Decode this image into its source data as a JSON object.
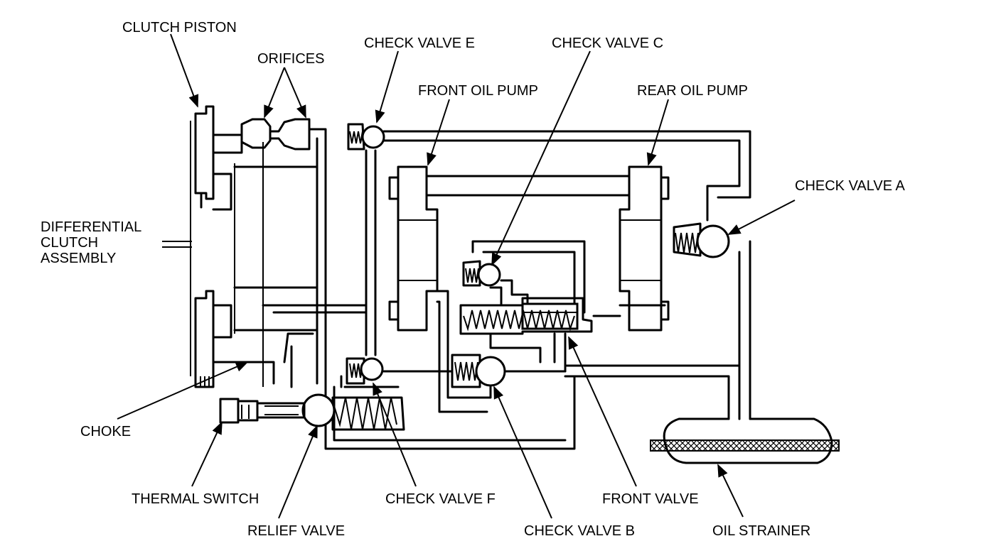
{
  "labels": {
    "clutch_piston": "CLUTCH PISTON",
    "orifices": "ORIFICES",
    "check_valve_e": "CHECK VALVE E",
    "check_valve_c": "CHECK VALVE C",
    "front_oil_pump": "FRONT OIL PUMP",
    "rear_oil_pump": "REAR OIL PUMP",
    "check_valve_a": "CHECK VALVE A",
    "differential_1": "DIFFERENTIAL",
    "differential_2": "CLUTCH",
    "differential_3": "ASSEMBLY",
    "choke": "CHOKE",
    "thermal_switch": "THERMAL SWITCH",
    "relief_valve": "RELIEF VALVE",
    "check_valve_f": "CHECK VALVE F",
    "check_valve_b": "CHECK VALVE B",
    "front_valve": "FRONT VALVE",
    "oil_strainer": "OIL STRAINER"
  }
}
